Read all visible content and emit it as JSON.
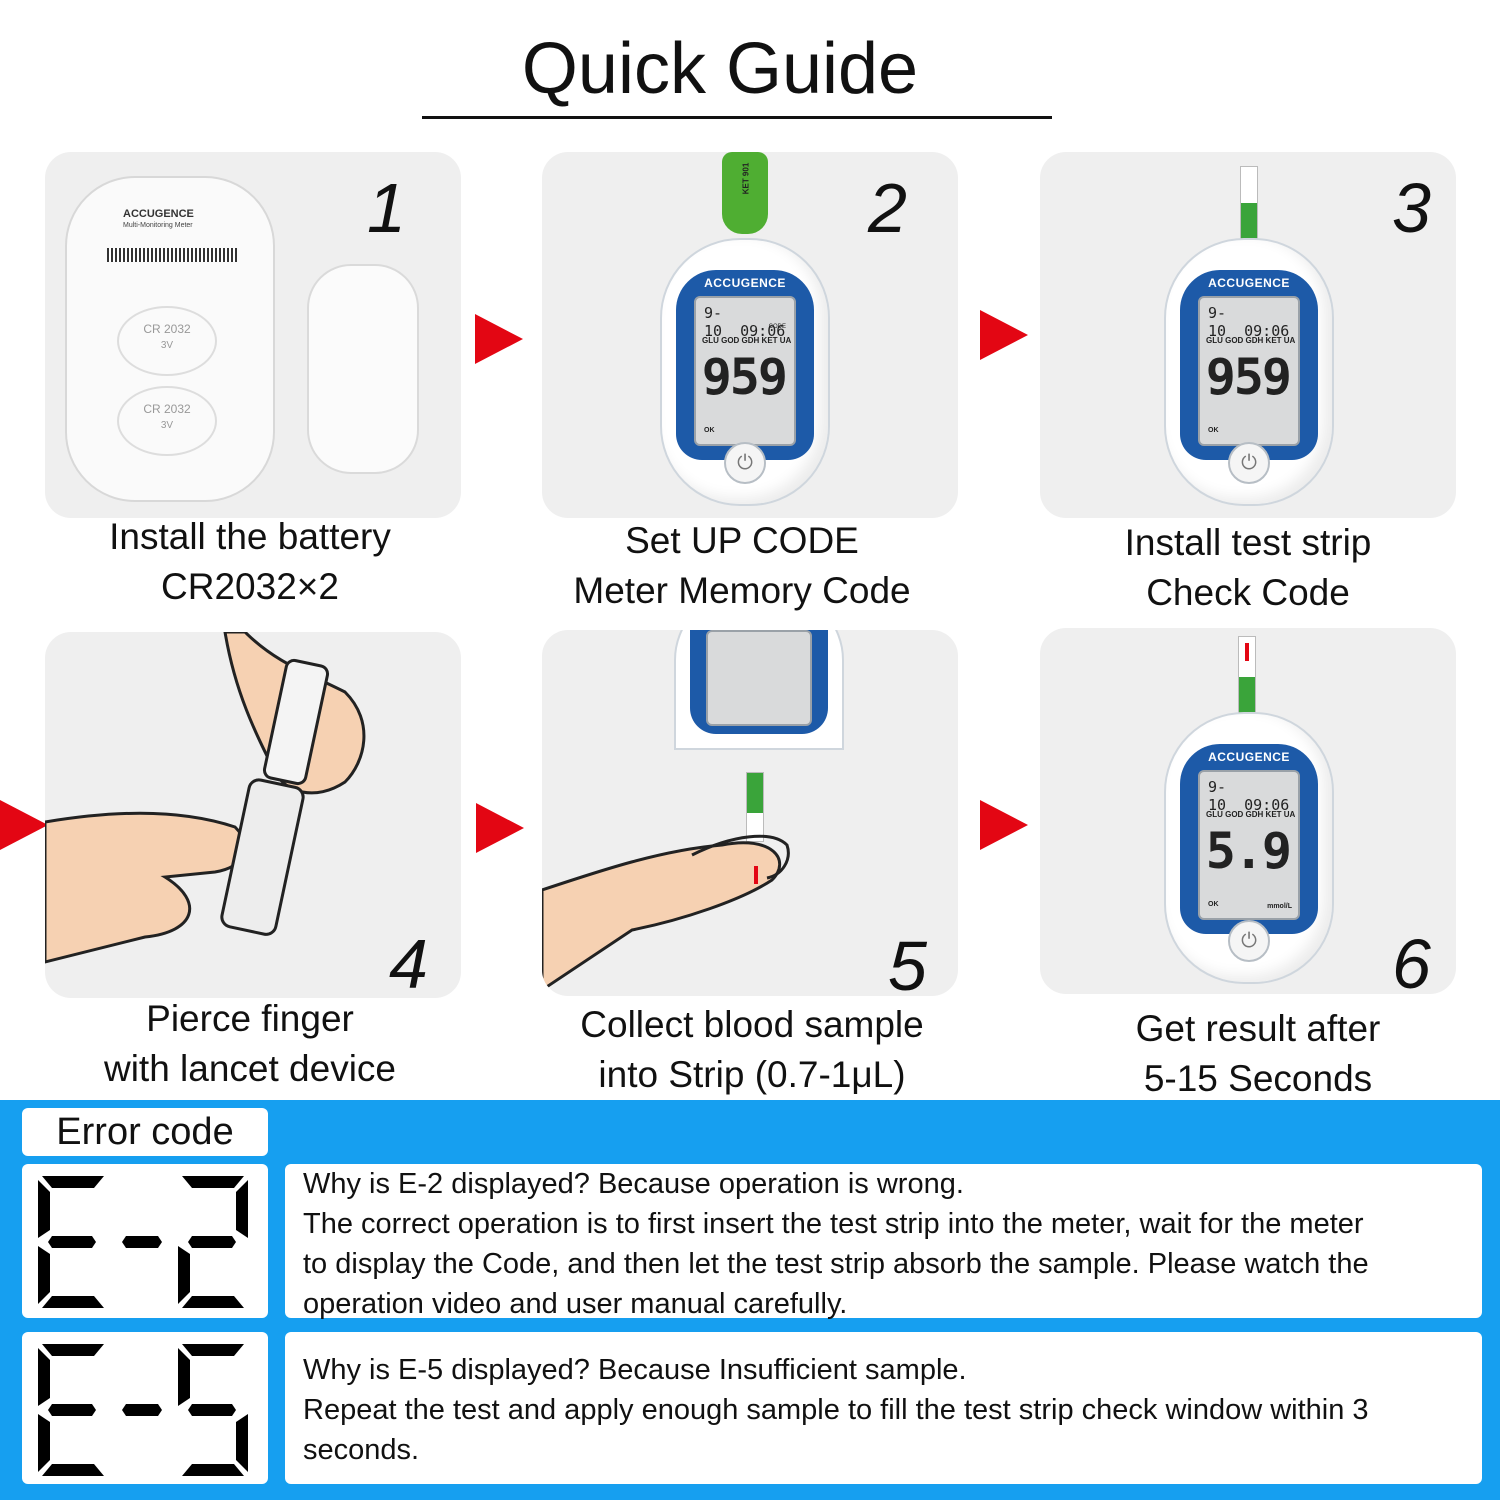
{
  "title": "Quick Guide",
  "steps": [
    {
      "number": "1",
      "caption_line1": "Install the battery",
      "caption_line2": "CR2032×2"
    },
    {
      "number": "2",
      "caption_line1": "Set UP CODE",
      "caption_line2": "Meter Memory Code"
    },
    {
      "number": "3",
      "caption_line1": "Install test strip",
      "caption_line2": "Check Code"
    },
    {
      "number": "4",
      "caption_line1": "Pierce finger",
      "caption_line2": "with lancet device"
    },
    {
      "number": "5",
      "caption_line1": "Collect blood sample",
      "caption_line2": "into Strip (0.7-1μL)"
    },
    {
      "number": "6",
      "caption_line1": "Get result after",
      "caption_line2": "5-15 Seconds"
    }
  ],
  "meter": {
    "brand": "ACCUGENCE",
    "date": "9-10",
    "time": "09:06",
    "labels": "GLU GOD GDH KET UA",
    "code_label": "CODE",
    "code_value": "959",
    "result_value": "5.9",
    "unit": "mmol/L",
    "ok": "OK",
    "strip_label": "KET 901",
    "battery_label": "CR 2032",
    "battery_voltage": "3V",
    "model_label": "Multi-Monitoring Meter"
  },
  "errors": {
    "title": "Error code",
    "items": [
      {
        "code": "E-2",
        "question": "Why is E-2 displayed?  Because operation is wrong.",
        "lines": [
          "The correct operation is to first insert the test strip into the meter, wait for the meter",
          "to display the Code, and then let the test strip absorb the sample. Please watch the",
          "operation video and user manual carefully."
        ]
      },
      {
        "code": "E-5",
        "question": "Why is E-5 displayed?  Because Insufficient sample.",
        "lines": [
          "Repeat the test and apply enough sample to fill the test strip check window within 3",
          "seconds."
        ]
      }
    ]
  },
  "colors": {
    "arrow": "#e30613",
    "error_bg": "#169ff0",
    "meter_face": "#1d5aa8"
  }
}
